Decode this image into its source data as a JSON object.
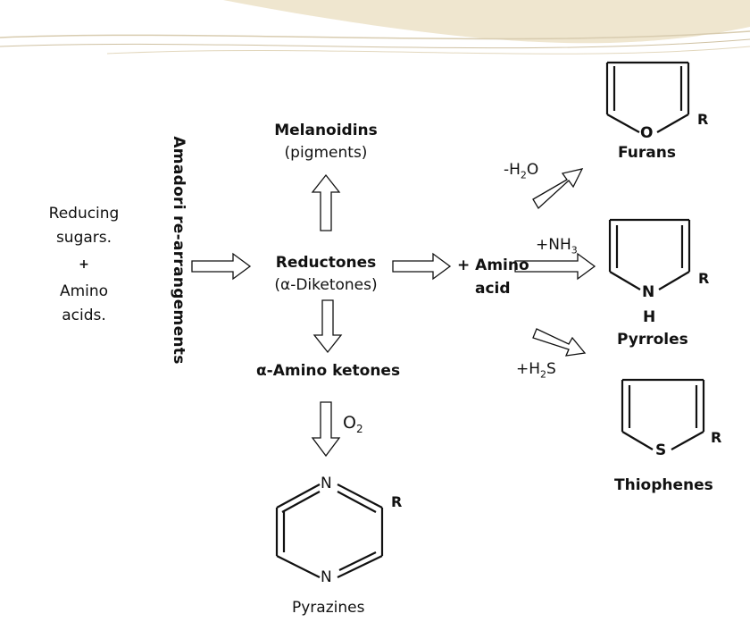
{
  "reactants": {
    "line1": "Reducing",
    "line2": "sugars.",
    "plus": "+",
    "line3": "Amino",
    "line4": "acids."
  },
  "amadori": "Amadori re-arrangements",
  "melanoidins": {
    "title": "Melanoidins",
    "sub": "(pigments)"
  },
  "reductones": {
    "title": "Reductones",
    "sub": "(α-Diketones)"
  },
  "amino_ketones": "α-Amino ketones",
  "amino_acid": {
    "line1": "+ Amino",
    "line2": "acid"
  },
  "o2": {
    "main": "O",
    "sub": "2"
  },
  "pyrazines": {
    "name": "Pyrazines",
    "N1": "N",
    "N2": "N",
    "R": "R"
  },
  "furans": {
    "name": "Furans",
    "O": "O",
    "R": "R",
    "reagent_main": "-H",
    "reagent_sub": "2",
    "reagent_end": "O"
  },
  "pyrroles": {
    "name": "Pyrroles",
    "N": "N",
    "H": "H",
    "R": "R",
    "reagent_main": "+NH",
    "reagent_sub": "3"
  },
  "thiophenes": {
    "name": "Thiophenes",
    "S": "S",
    "R": "R",
    "reagent_main": "+H",
    "reagent_sub": "2",
    "reagent_end": "S"
  }
}
